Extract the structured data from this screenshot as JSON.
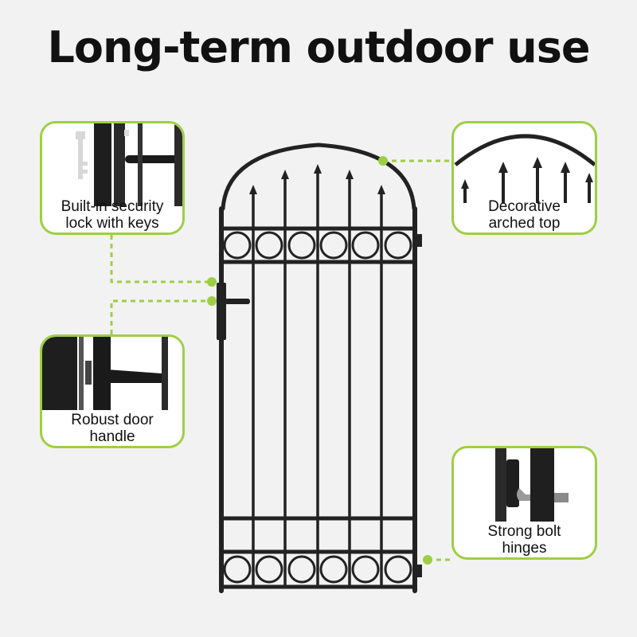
{
  "title": "Long-term outdoor use",
  "callouts": {
    "lock": {
      "caption_line1": "Built-in security",
      "caption_line2": "lock with keys",
      "icon": "key-lock-icon"
    },
    "top": {
      "caption_line1": "Decorative",
      "caption_line2": "arched top"
    },
    "handle": {
      "caption_line1": "Robust door",
      "caption_line2": "handle"
    },
    "hinges": {
      "caption_line1": "Strong bolt",
      "caption_line2": "hinges"
    }
  },
  "colors": {
    "accent": "#9fce45",
    "metal": "#222222",
    "background": "#f2f2f2",
    "text": "#111111"
  }
}
